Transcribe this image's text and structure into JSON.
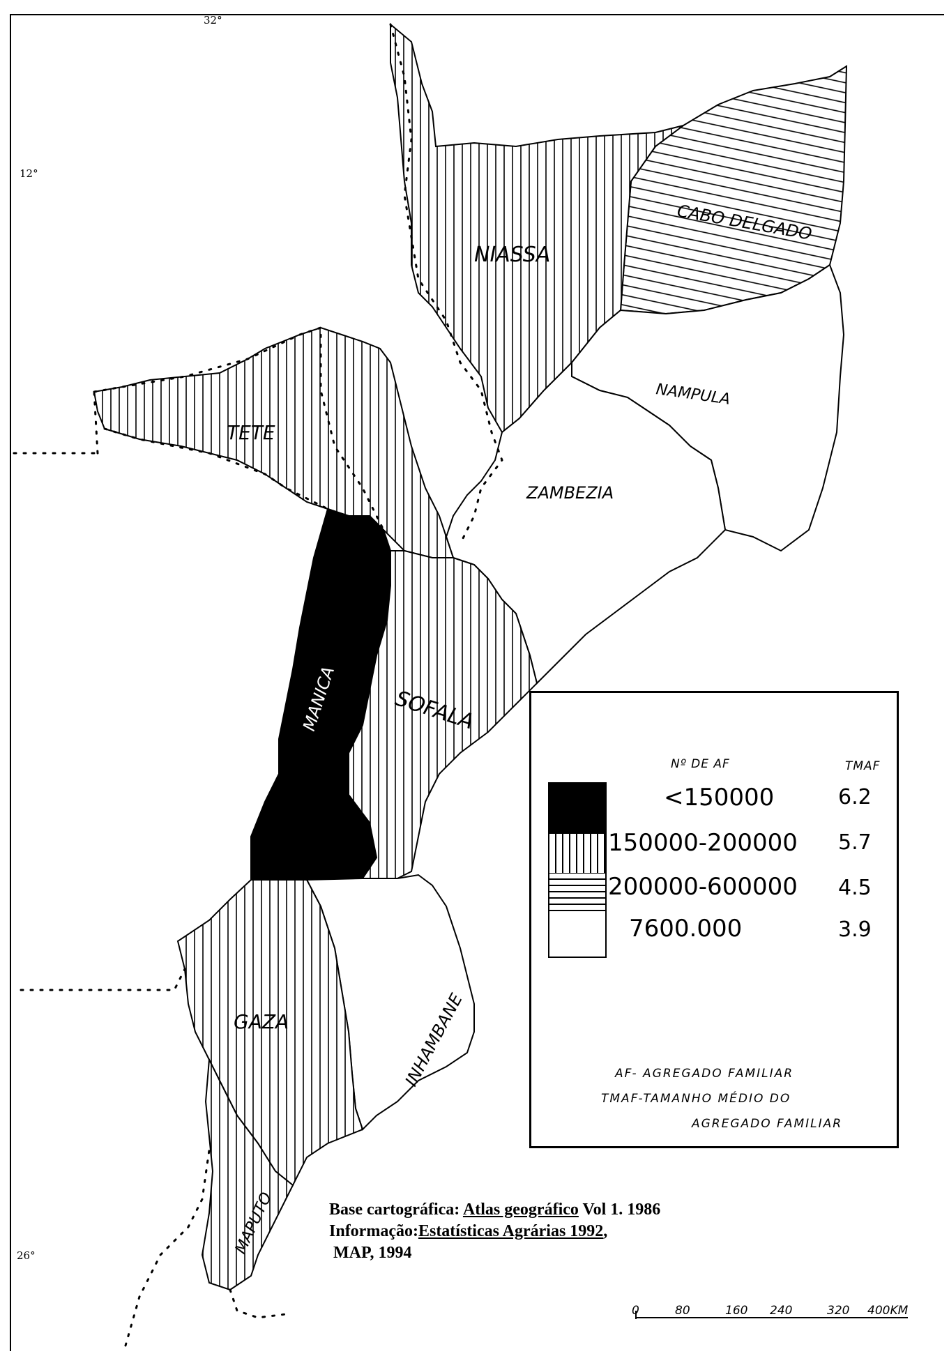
{
  "map": {
    "graticule": {
      "lon_top": "32°",
      "lat_12": "12°",
      "lat_26": "26°"
    },
    "provinces": [
      {
        "name": "NIASSA",
        "class": "150000-200000"
      },
      {
        "name": "CABO DELGADO",
        "class": "200000-600000"
      },
      {
        "name": "NAMPULA",
        "class": "7600.000"
      },
      {
        "name": "TETE",
        "class": "150000-200000"
      },
      {
        "name": "ZAMBEZIA",
        "class": "7600.000"
      },
      {
        "name": "MANICA",
        "class": "<150000"
      },
      {
        "name": "SOFALA",
        "class": "150000-200000"
      },
      {
        "name": "INHAMBANE",
        "class": "7600.000"
      },
      {
        "name": "GAZA",
        "class": "150000-200000"
      },
      {
        "name": "MAPUTO",
        "class": "150000-200000"
      }
    ]
  },
  "legend": {
    "col_af": "Nº DE AF",
    "col_tmaf": "TMAF",
    "rows": [
      {
        "range": "<150000",
        "tmaf": "6.2",
        "pattern": "solid-black"
      },
      {
        "range": "150000-200000",
        "tmaf": "5.7",
        "pattern": "vertical-hatch"
      },
      {
        "range": "200000-600000",
        "tmaf": "4.5",
        "pattern": "horizontal-hatch"
      },
      {
        "range": "7600.000",
        "tmaf": "3.9",
        "pattern": "blank"
      }
    ],
    "note_af": "AF- AGREGADO FAMILIAR",
    "note_tmaf_1": "TMAF-TAMANHO MÉDIO DO",
    "note_tmaf_2": "AGREGADO FAMILIAR"
  },
  "credits": {
    "line1_prefix": "Base cartográfica: ",
    "line1_link": "Atlas geográfico",
    "line1_suffix": " Vol 1. 1986",
    "line2_prefix": "Informação:",
    "line2_link": "Estatísticas Agrárias 1992",
    "line2_suffix": ",",
    "line3": "MAP, 1994"
  },
  "scale": {
    "ticks": [
      "0",
      "80",
      "160",
      "240",
      "320",
      "400"
    ],
    "unit": "KM"
  }
}
